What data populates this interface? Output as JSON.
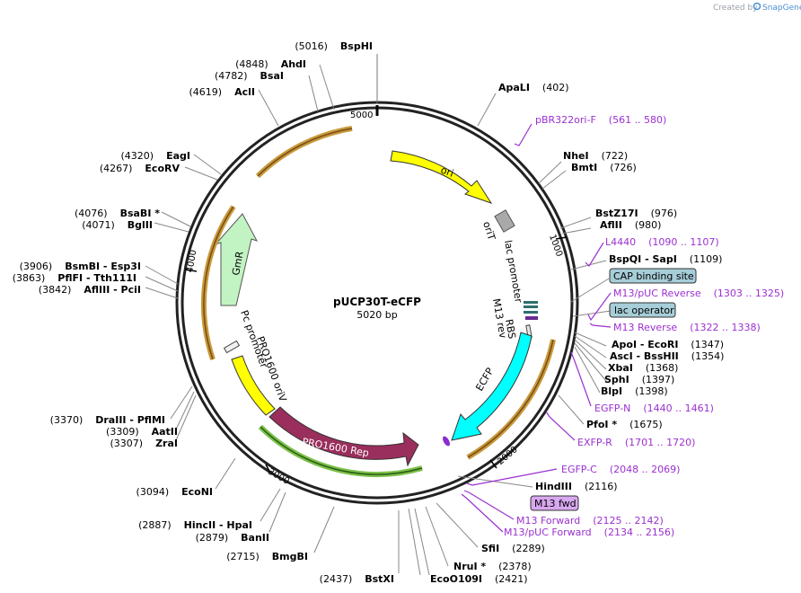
{
  "credit": {
    "text": "Created by",
    "brand": "SnapGene"
  },
  "plasmid": {
    "name": "pUCP30T-eCFP",
    "size": "5020 bp"
  },
  "ticks": [
    "5000",
    "1000",
    "2000",
    "3000",
    "4000"
  ],
  "features": {
    "ori": "ori",
    "oriT": "oriT",
    "lac_promoter": "lac promoter",
    "m13_rev": "M13 rev",
    "rbs": "RBS",
    "ecfp": "ECFP",
    "pro1600_rep": "PRO1600 Rep",
    "pro1600_oriv": "PRO1600 oriV",
    "pc_promoter": "Pc promoter",
    "gmr": "GmR"
  },
  "right_sites": [
    {
      "name": "ApaLI",
      "pos": "(402)"
    },
    {
      "name": "NheI",
      "pos": "(722)"
    },
    {
      "name": "BmtI",
      "pos": "(726)"
    },
    {
      "name": "BstZ17I",
      "pos": "(976)"
    },
    {
      "name": "AflII",
      "pos": "(980)"
    },
    {
      "name": "BspQI  - SapI",
      "pos": "(1109)"
    },
    {
      "name": "ApoI  - EcoRI",
      "pos": "(1347)"
    },
    {
      "name": "AscI  - BssHII",
      "pos": "(1354)"
    },
    {
      "name": "XbaI",
      "pos": "(1368)"
    },
    {
      "name": "SphI",
      "pos": "(1397)"
    },
    {
      "name": "BlpI",
      "pos": "(1398)"
    },
    {
      "name": "PfoI *",
      "pos": "(1675)"
    },
    {
      "name": "HindIII",
      "pos": "(2116)"
    },
    {
      "name": "SfiI",
      "pos": "(2289)"
    },
    {
      "name": "NruI *",
      "pos": "(2378)"
    }
  ],
  "bottom_sites": [
    {
      "name": "EcoO109I",
      "pos": "(2421)"
    },
    {
      "name": "BstXI",
      "pos": "(2437)"
    },
    {
      "name": "BmgBI",
      "pos": "(2715)"
    },
    {
      "name": "BanII",
      "pos": "(2879)"
    },
    {
      "name": "HincII  - HpaI",
      "pos": "(2887)"
    },
    {
      "name": "EcoNI",
      "pos": "(3094)"
    }
  ],
  "left_sites": [
    {
      "name": "ZraI",
      "pos": "(3307)"
    },
    {
      "name": "AatII",
      "pos": "(3309)"
    },
    {
      "name": "DraIII  - PflMI",
      "pos": "(3370)"
    },
    {
      "name": "AflIII  - PciI",
      "pos": "(3842)"
    },
    {
      "name": "PflFI  - Tth111I",
      "pos": "(3863)"
    },
    {
      "name": "BsmBI  - Esp3I",
      "pos": "(3906)"
    },
    {
      "name": "BglII",
      "pos": "(4071)"
    },
    {
      "name": "BsaBI *",
      "pos": "(4076)"
    },
    {
      "name": "EcoRV",
      "pos": "(4267)"
    },
    {
      "name": "EagI",
      "pos": "(4320)"
    },
    {
      "name": "AclI",
      "pos": "(4619)"
    },
    {
      "name": "BsaI",
      "pos": "(4782)"
    },
    {
      "name": "AhdI",
      "pos": "(4848)"
    },
    {
      "name": "BspHI",
      "pos": "(5016)"
    }
  ],
  "primers": [
    {
      "name": "pBR322ori-F",
      "range": "(561 .. 580)"
    },
    {
      "name": "L4440",
      "range": "(1090 .. 1107)"
    },
    {
      "name": "M13/pUC Reverse",
      "range": "(1303 .. 1325)"
    },
    {
      "name": "M13 Reverse",
      "range": "(1322 .. 1338)"
    },
    {
      "name": "EGFP-N",
      "range": "(1440 .. 1461)"
    },
    {
      "name": "EXFP-R",
      "range": "(1701 .. 1720)"
    },
    {
      "name": "EGFP-C",
      "range": "(2048 .. 2069)"
    },
    {
      "name": "M13 Forward",
      "range": "(2125 .. 2142)"
    },
    {
      "name": "M13/pUC Forward",
      "range": "(2134 .. 2156)"
    }
  ],
  "boxed": {
    "cap": "CAP binding site",
    "lac_operator": "lac operator",
    "m13_fwd": "M13 fwd"
  }
}
